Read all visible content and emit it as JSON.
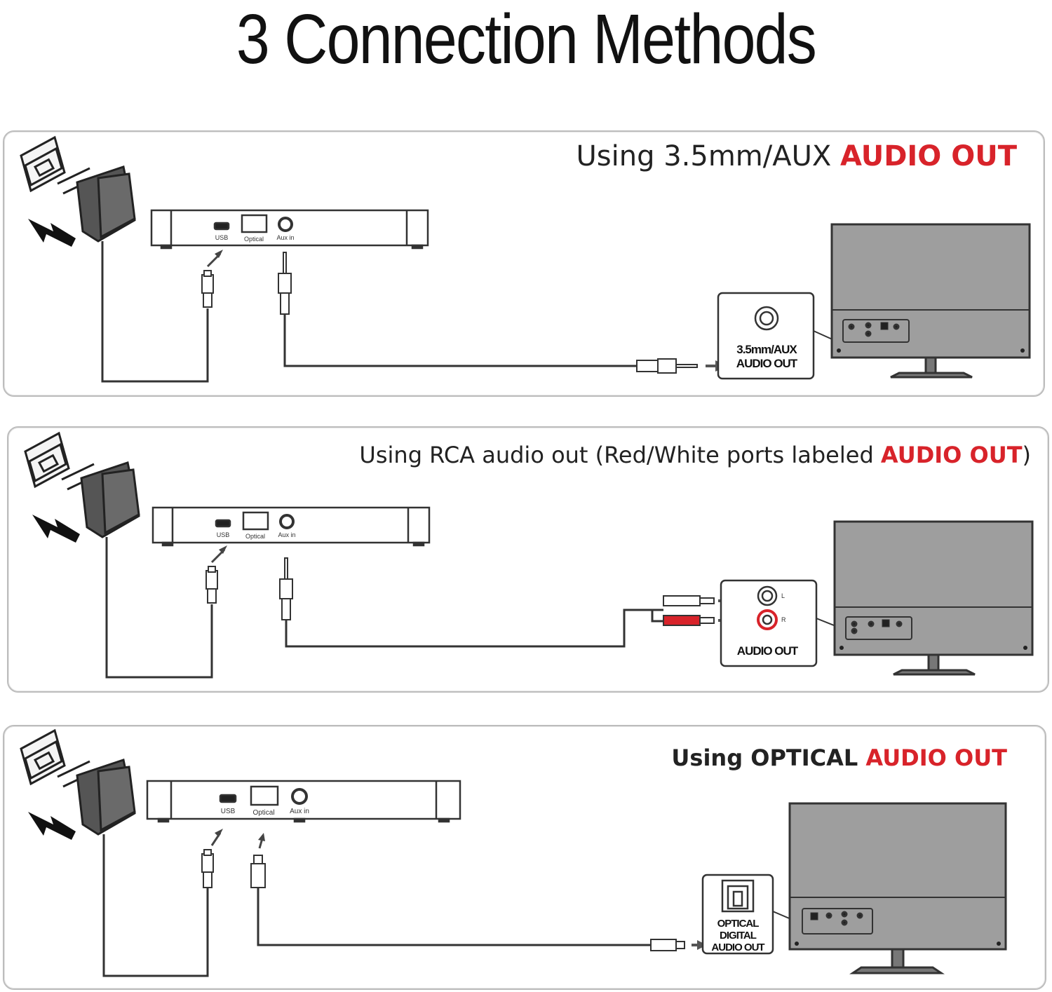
{
  "title": "3 Connection Methods",
  "panels": [
    {
      "heading_plain": "Using 3.5mm/AUX ",
      "heading_red": "AUDIO OUT",
      "heading_close": "",
      "ports": {
        "usb": "USB",
        "optical": "Optical",
        "aux": "Aux in"
      },
      "tv_port": {
        "line1": "3.5mm/AUX",
        "line2": "AUDIO OUT"
      }
    },
    {
      "heading_plain": "Using RCA audio out (Red/White ports labeled ",
      "heading_red": "AUDIO OUT",
      "heading_close": ")",
      "ports": {
        "usb": "USB",
        "optical": "Optical",
        "aux": "Aux in"
      },
      "tv_port": {
        "label_l": "L",
        "label_r": "R",
        "line1": "AUDIO OUT"
      }
    },
    {
      "heading_plain": "Using OPTICAL ",
      "heading_red": "AUDIO OUT",
      "heading_close": "",
      "ports": {
        "usb": "USB",
        "optical": "Optical",
        "aux": "Aux in"
      },
      "tv_port": {
        "line1": "OPTICAL",
        "line2": "DIGITAL",
        "line3": "AUDIO OUT"
      }
    }
  ],
  "colors": {
    "red": "#d8232a",
    "tv_fill": "#9e9e9e",
    "line": "#333333"
  }
}
